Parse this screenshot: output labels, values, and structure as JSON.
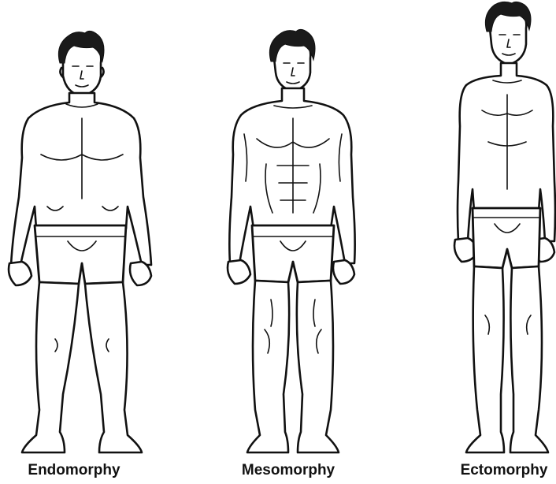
{
  "figures": [
    {
      "id": "endomorphy",
      "label": "Endomorphy"
    },
    {
      "id": "mesomorphy",
      "label": "Mesomorphy"
    },
    {
      "id": "ectomorphy",
      "label": "Ectomorphy"
    }
  ],
  "colors": {
    "ink": "#111111",
    "background": "#ffffff"
  }
}
